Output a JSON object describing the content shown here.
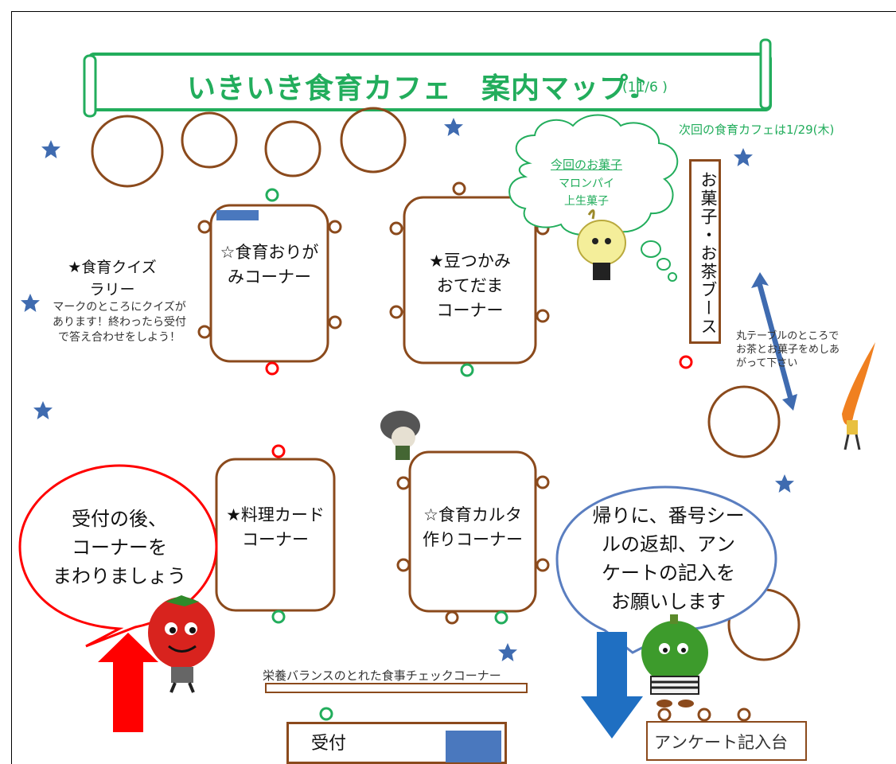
{
  "banner": {
    "title": "いきいき食育カフェ　案内マップ♪",
    "date": "(11/6 )"
  },
  "next_cafe": "次回の食育カフェは1/29(木)",
  "tables": [
    {
      "lines": [
        "☆食育おりが",
        "みコーナー"
      ]
    },
    {
      "lines": [
        "★豆つかみ",
        "おてだま",
        "コーナー"
      ]
    },
    {
      "lines": [
        "★料理カード",
        "コーナー"
      ]
    },
    {
      "lines": [
        "☆食育カルタ",
        "作りコーナー"
      ]
    }
  ],
  "quiz": {
    "title_lines": [
      "★食育クイズ",
      "ラリー"
    ],
    "desc_lines": [
      "マークのところにクイズが",
      "あります！終わったら受付",
      "で答え合わせをしよう！"
    ]
  },
  "sweets_cloud": {
    "title": "今回のお菓子",
    "items": [
      "マロンパイ",
      "上生菓子"
    ]
  },
  "booth_label": "お菓子・お茶ブース",
  "tea_note_lines": [
    "丸テーブルのところで",
    "お茶とお菓子をめしあ",
    "がって下さい"
  ],
  "left_bubble_lines": [
    "受付の後、",
    "コーナーを",
    "まわりましょう"
  ],
  "right_bubble_lines": [
    "帰りに、番号シー",
    "ルの返却、アン",
    "ケートの記入を",
    "お願いします"
  ],
  "nutrition_label": "栄養バランスのとれた食事チェックコーナー",
  "reception_label": "受付",
  "survey_label": "アンケート記入台",
  "colors": {
    "green": "#22ad5c",
    "brown": "#8b4a1c",
    "star_blue": "#3f6bb0",
    "arrow_red": "#ff0000",
    "arrow_blue": "#1f6fc2",
    "bubble_red": "#ff0000",
    "bubble_blue": "#5a7ec0"
  }
}
